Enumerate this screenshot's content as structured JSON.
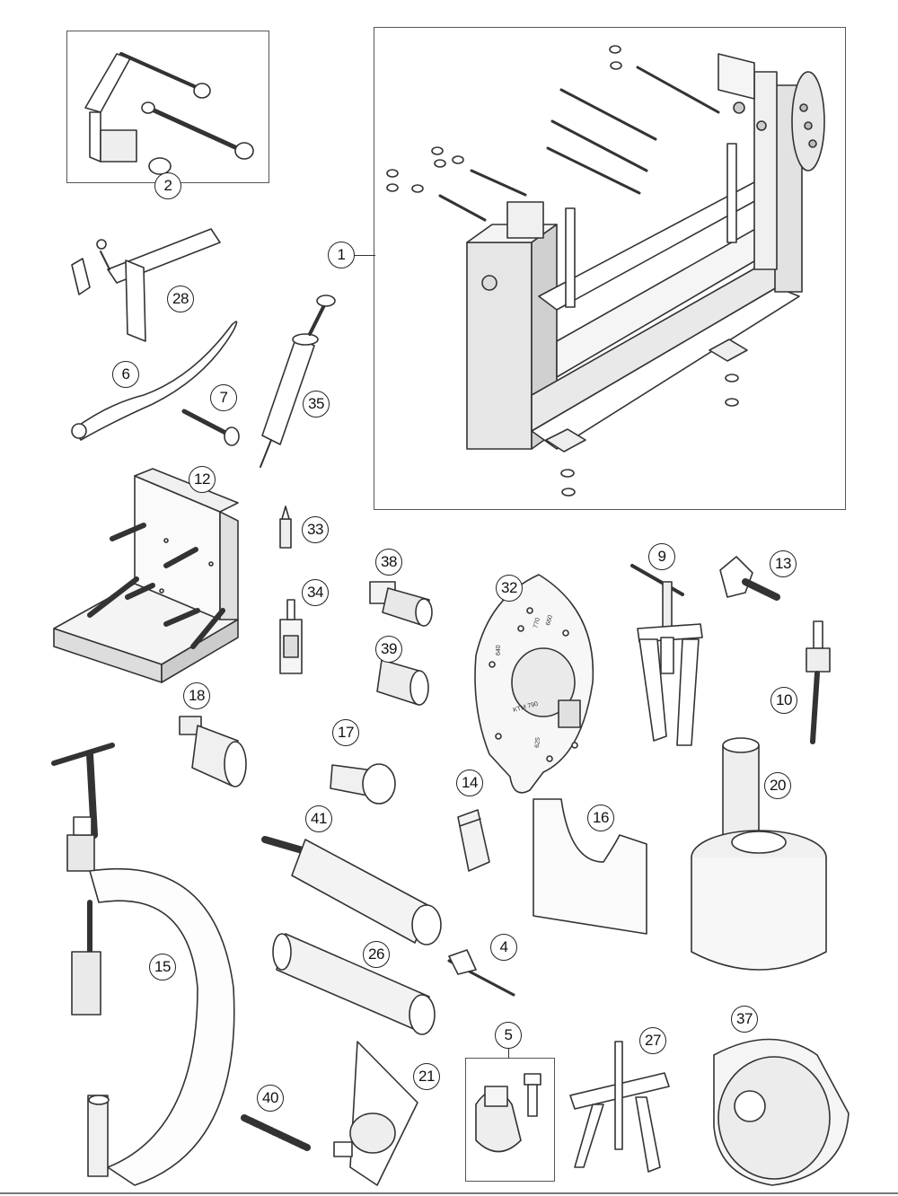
{
  "diagram": {
    "parts": [
      {
        "id": "1",
        "label": "1"
      },
      {
        "id": "2",
        "label": "2"
      },
      {
        "id": "4",
        "label": "4"
      },
      {
        "id": "5",
        "label": "5"
      },
      {
        "id": "6",
        "label": "6"
      },
      {
        "id": "7",
        "label": "7"
      },
      {
        "id": "9",
        "label": "9"
      },
      {
        "id": "10",
        "label": "10"
      },
      {
        "id": "12",
        "label": "12"
      },
      {
        "id": "13",
        "label": "13"
      },
      {
        "id": "14",
        "label": "14"
      },
      {
        "id": "15",
        "label": "15"
      },
      {
        "id": "16",
        "label": "16"
      },
      {
        "id": "17",
        "label": "17"
      },
      {
        "id": "18",
        "label": "18"
      },
      {
        "id": "20",
        "label": "20"
      },
      {
        "id": "21",
        "label": "21"
      },
      {
        "id": "26",
        "label": "26"
      },
      {
        "id": "27",
        "label": "27"
      },
      {
        "id": "28",
        "label": "28"
      },
      {
        "id": "32",
        "label": "32"
      },
      {
        "id": "33",
        "label": "33"
      },
      {
        "id": "34",
        "label": "34"
      },
      {
        "id": "35",
        "label": "35"
      },
      {
        "id": "37",
        "label": "37"
      },
      {
        "id": "38",
        "label": "38"
      },
      {
        "id": "39",
        "label": "39"
      },
      {
        "id": "40",
        "label": "40"
      },
      {
        "id": "41",
        "label": "41"
      }
    ],
    "plate_32_markings": [
      "KTM 790",
      "770",
      "660",
      "640",
      "625"
    ]
  }
}
